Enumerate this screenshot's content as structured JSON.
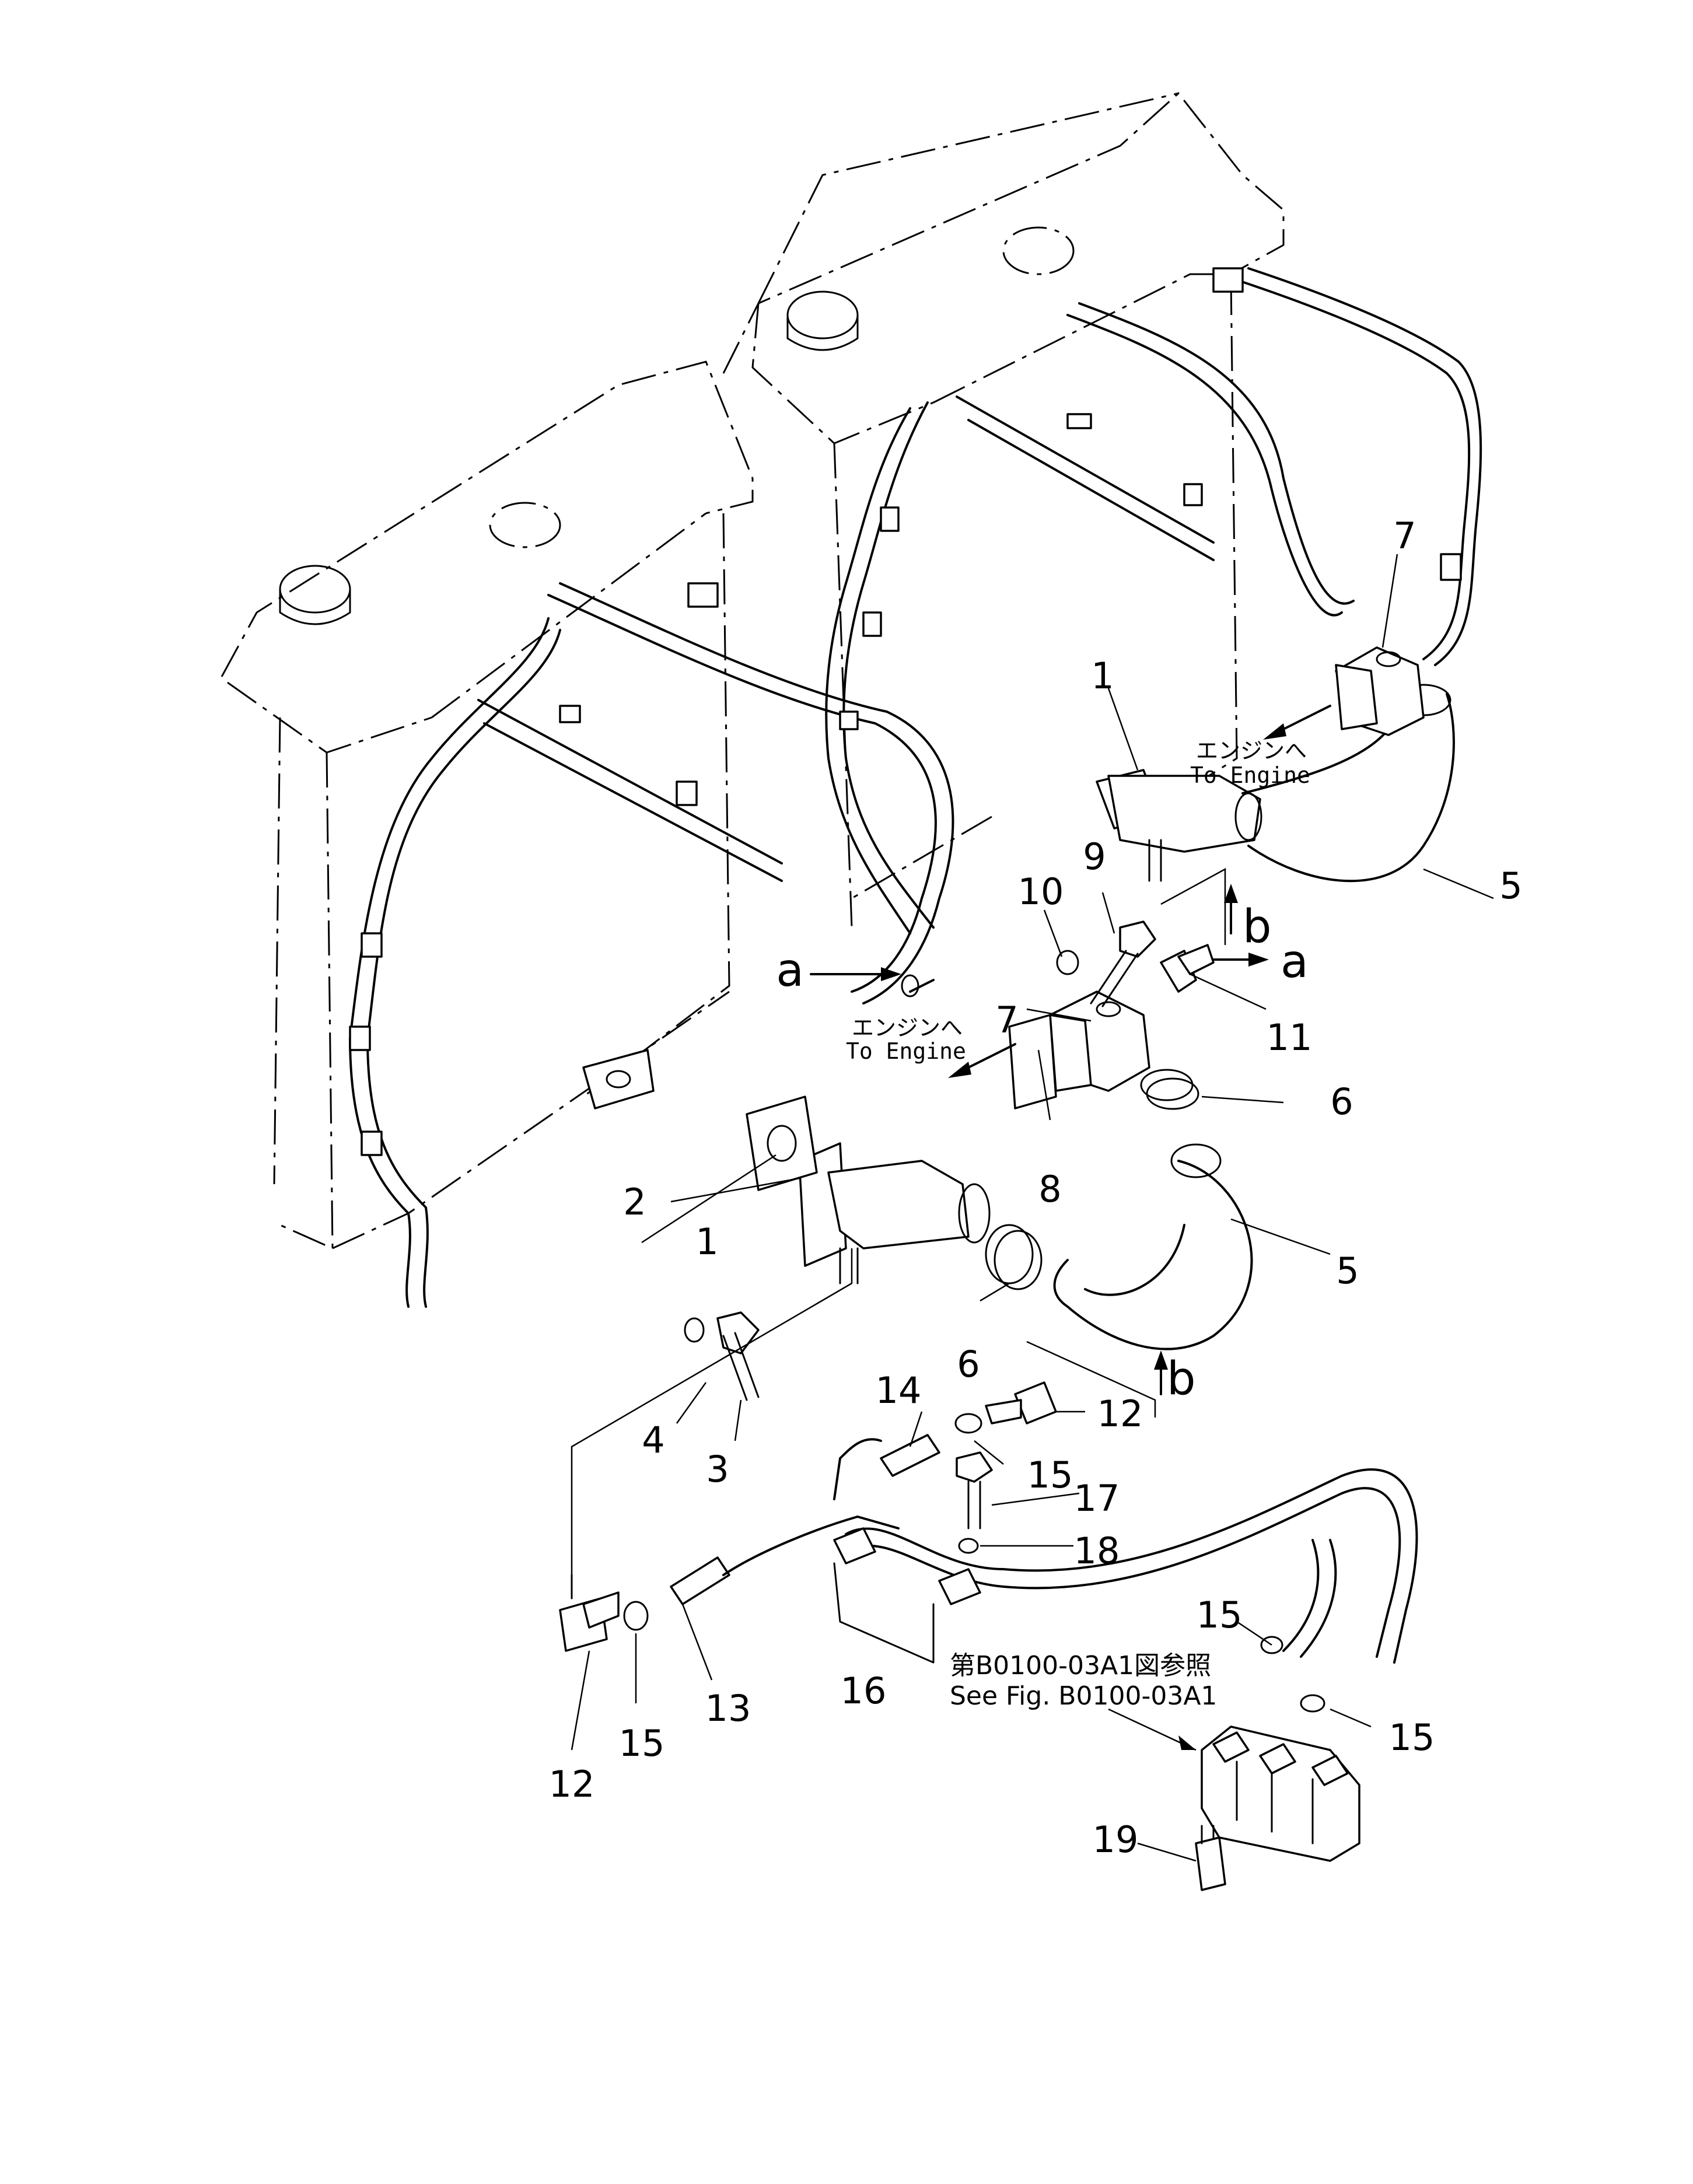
{
  "callouts": [
    {
      "id": "1",
      "label": "1"
    },
    {
      "id": "1b",
      "label": "1"
    },
    {
      "id": "2",
      "label": "2"
    },
    {
      "id": "3",
      "label": "3"
    },
    {
      "id": "4",
      "label": "4"
    },
    {
      "id": "5",
      "label": "5"
    },
    {
      "id": "5b",
      "label": "5"
    },
    {
      "id": "6",
      "label": "6"
    },
    {
      "id": "6b",
      "label": "6"
    },
    {
      "id": "7",
      "label": "7"
    },
    {
      "id": "7b",
      "label": "7"
    },
    {
      "id": "8",
      "label": "8"
    },
    {
      "id": "9",
      "label": "9"
    },
    {
      "id": "10",
      "label": "10"
    },
    {
      "id": "11",
      "label": "11"
    },
    {
      "id": "12",
      "label": "12"
    },
    {
      "id": "12b",
      "label": "12"
    },
    {
      "id": "13",
      "label": "13"
    },
    {
      "id": "14",
      "label": "14"
    },
    {
      "id": "15",
      "label": "15"
    },
    {
      "id": "15b",
      "label": "15"
    },
    {
      "id": "15c",
      "label": "15"
    },
    {
      "id": "15d",
      "label": "15"
    },
    {
      "id": "16",
      "label": "16"
    },
    {
      "id": "17",
      "label": "17"
    },
    {
      "id": "18",
      "label": "18"
    },
    {
      "id": "19",
      "label": "19"
    }
  ],
  "flow_labels": {
    "a": "a",
    "b": "b"
  },
  "notes": {
    "to_engine_jp": "エンジンへ",
    "to_engine_en": "To Engine",
    "ref_jp": "第B0100-03A1図参照",
    "ref_en": "See Fig. B0100-03A1"
  }
}
